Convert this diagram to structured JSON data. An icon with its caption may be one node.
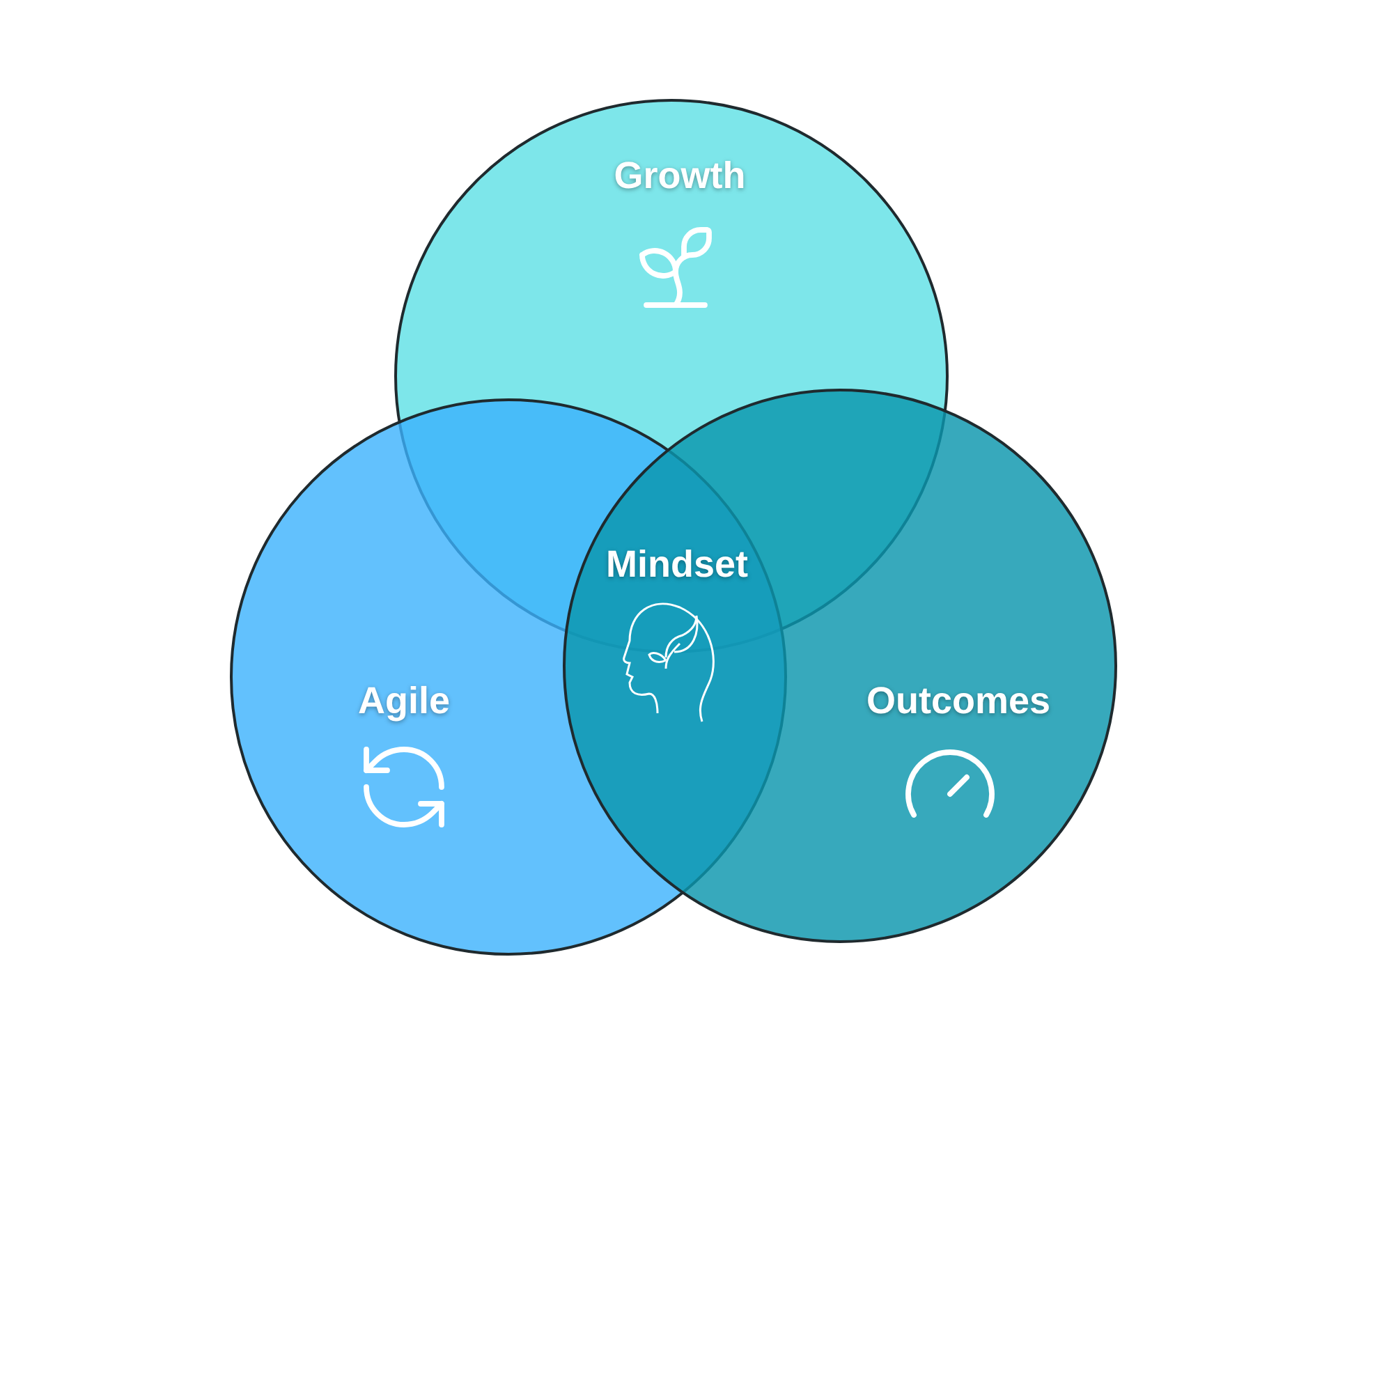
{
  "diagram": {
    "nodes": [
      {
        "text": [
          "Growth"
        ]
      },
      {
        "text": [
          "Agile"
        ]
      },
      {
        "text": [
          "Outcomes"
        ]
      }
    ],
    "labels": [
      "Mindset"
    ]
  }
}
